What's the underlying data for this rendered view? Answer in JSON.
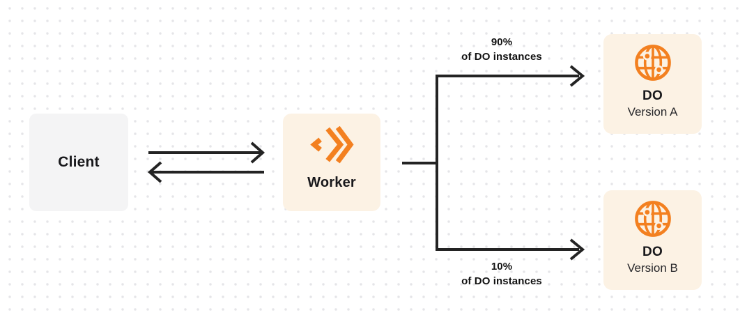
{
  "nodes": {
    "client": {
      "label": "Client"
    },
    "worker": {
      "label": "Worker"
    },
    "do_version_a": {
      "title": "DO",
      "subtitle": "Version A"
    },
    "do_version_b": {
      "title": "DO",
      "subtitle": "Version B"
    }
  },
  "edges": {
    "top_branch": {
      "percent": "90%",
      "caption": "of DO instances"
    },
    "bottom_branch": {
      "percent": "10%",
      "caption": "of DO instances"
    }
  },
  "icons": {
    "worker_icon": "workers-chevrons-icon",
    "do_icon": "globe-icon"
  },
  "colors": {
    "orange": "#F38020",
    "node_cream": "#FCF2E4",
    "client_gray": "#F4F4F5",
    "line_dark": "#232323",
    "grid_dot": "#E5E5E8",
    "text_primary": "#18181B",
    "text_secondary": "#27272A"
  }
}
